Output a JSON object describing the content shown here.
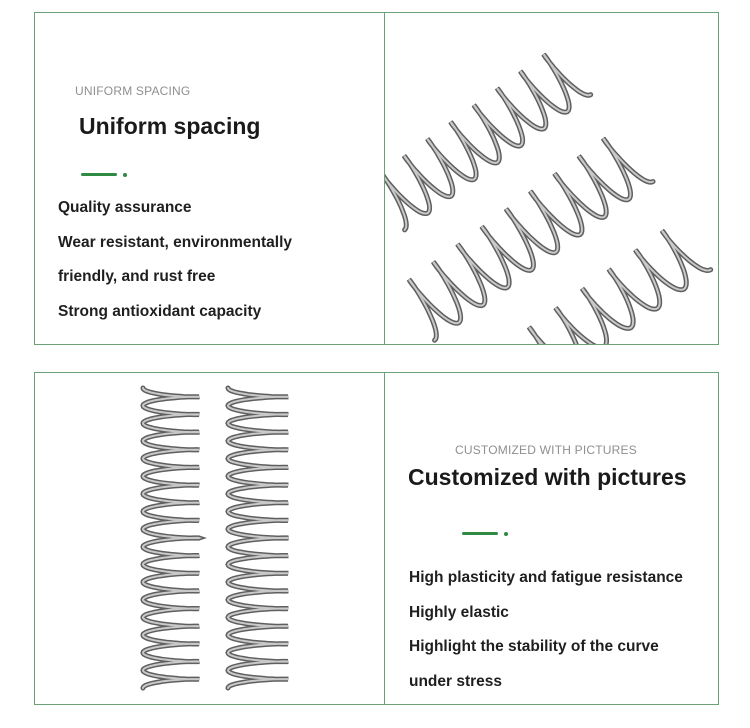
{
  "sections": [
    {
      "eyebrow": "UNIFORM SPACING",
      "title": "Uniform spacing",
      "features": [
        "Quality assurance",
        "Wear resistant, environmentally",
        "friendly, and rust free",
        "Strong antioxidant capacity"
      ],
      "image_icon": "springs-diagonal-image"
    },
    {
      "eyebrow": "CUSTOMIZED WITH PICTURES",
      "title": "Customized with pictures",
      "features": [
        "High plasticity and fatigue resistance",
        "Highly elastic",
        "Highlight the stability of the curve",
        "under stress"
      ],
      "image_icon": "springs-vertical-image"
    }
  ],
  "colors": {
    "border": "#6da077",
    "accent": "#2f8a43",
    "eyebrow": "#8f8f8f",
    "text": "#1a1a1a",
    "metal": "#8a8a8a"
  }
}
